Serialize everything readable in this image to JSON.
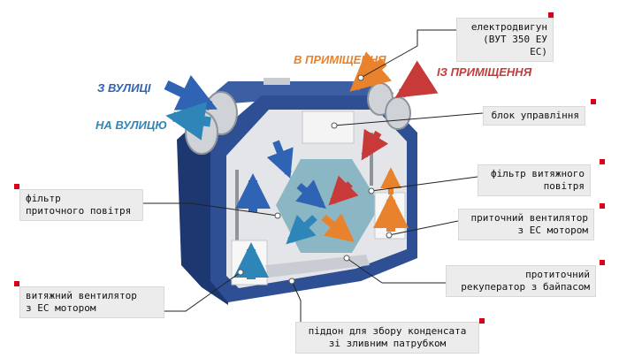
{
  "colors": {
    "housing": "#2e4f93",
    "housing_dark": "#1d3870",
    "interior": "#e3e5e8",
    "outer_air": "#2f63b3",
    "exhaust_air": "#2e86b8",
    "supply_air": "#e8822c",
    "extract_air": "#c83a3a",
    "marker": "#d9001b",
    "label_bg": "#ececec"
  },
  "flows": {
    "from_street": "З ВУЛИЦІ",
    "to_street": "НА ВУЛИЦЮ",
    "to_room": "В ПРИМІЩЕННЯ",
    "from_room": "ІЗ ПРИМІЩЕННЯ"
  },
  "callouts": {
    "motor": [
      "електродвигун",
      "(ВУТ 350 ЕУ ЕС)"
    ],
    "control_unit": [
      "блок управління"
    ],
    "extract_filter": [
      "фільтр витяжного",
      "повітря"
    ],
    "supply_fan": [
      "приточний вентилятор",
      "з ЕС мотором"
    ],
    "recuperator": [
      "протиточний",
      "рекуператор з байпасом"
    ],
    "supply_filter": [
      "фільтр",
      "приточного повітря"
    ],
    "exhaust_fan": [
      "витяжний вентилятор",
      "з ЕС мотором"
    ],
    "condensate_tray": [
      "піддон для збору конденсата",
      "зі зливним патрубком"
    ]
  }
}
